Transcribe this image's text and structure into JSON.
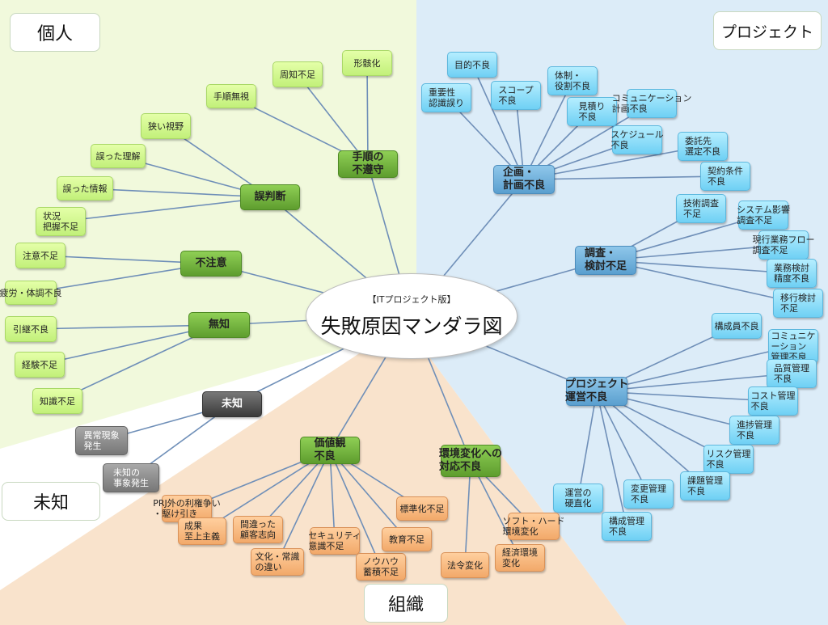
{
  "center": {
    "subtitle": "【ITプロジェクト版】",
    "title": "失敗原因マンダラ図"
  },
  "corners": {
    "personal": "個人",
    "project": "プロジェクト",
    "unknown": "未知",
    "organization": "組織"
  },
  "colors": {
    "green_bg": "#f1f9dc",
    "blue_bg": "#dcecf8",
    "orange_bg": "#f9e3cc",
    "edge": "#6f8fb8"
  },
  "groups": [
    {
      "id": "procedure",
      "style": "g",
      "main": "手順の\n不遵守",
      "children": [
        "形骸化",
        "周知不足",
        "手順無視"
      ]
    },
    {
      "id": "misjudge",
      "style": "g",
      "main": "誤判断",
      "children": [
        "狭い視野",
        "誤った理解",
        "誤った情報",
        "状況\n把握不足"
      ]
    },
    {
      "id": "careless",
      "style": "g",
      "main": "不注意",
      "children": [
        "注意不足",
        "疲労・体調不良"
      ]
    },
    {
      "id": "ignorance",
      "style": "g",
      "main": "無知",
      "children": [
        "引継不良",
        "経験不足",
        "知識不足"
      ]
    },
    {
      "id": "unknown",
      "style": "k",
      "main": "未知",
      "children": [
        "異常現象\n発生",
        "未知の\n事象発生"
      ]
    },
    {
      "id": "planning",
      "style": "b",
      "main": "企画・\n計画不良",
      "children": [
        "目的不良",
        "重要性\n認識誤り",
        "スコープ\n不良",
        "体制・\n役割不良",
        "見積り\n不良",
        "コミュニケーション\n計画不良",
        "スケジュール\n不良",
        "委託先\n選定不良",
        "契約条件\n不良"
      ]
    },
    {
      "id": "research",
      "style": "b",
      "main": "調査・\n検討不足",
      "children": [
        "技術調査\n不足",
        "システム影響\n調査不足",
        "現行業務フロー\n調査不足",
        "業務検討\n精度不良",
        "移行検討\n不足"
      ]
    },
    {
      "id": "operation",
      "style": "b",
      "main": "プロジェクト\n運営不良",
      "children": [
        "構成員不良",
        "コミュニケ\nーション\n管理不良",
        "品質管理\n不良",
        "コスト管理\n不良",
        "進捗管理\n不良",
        "リスク管理\n不良",
        "課題管理\n不良",
        "運営の\n硬直化",
        "変更管理\n不良",
        "構成管理\n不良"
      ]
    },
    {
      "id": "values",
      "style": "o",
      "mainStyle": "g",
      "main": "価値観\n不良",
      "children": [
        "PRJ外の利権争い\n・駆け引き",
        "成果\n至上主義",
        "間違った\n顧客志向",
        "文化・常識\nの違い",
        "セキュリティ\n意識不足",
        "ノウハウ\n蓄積不足",
        "教育不足",
        "標準化不足"
      ]
    },
    {
      "id": "environment",
      "style": "o",
      "mainStyle": "g",
      "main": "環境変化への\n対応不良",
      "children": [
        "法令変化",
        "経済環境\n変化",
        "ソフト・ハード\n環境変化"
      ]
    }
  ]
}
